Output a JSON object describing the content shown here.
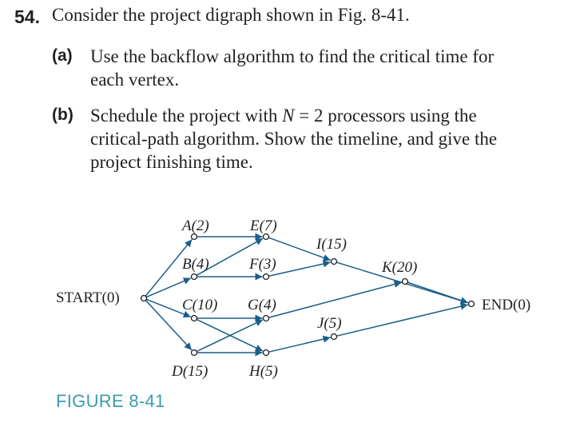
{
  "problem": {
    "number": "54.",
    "text": "Consider the project digraph shown in Fig. 8-41.",
    "part_a": {
      "label": "(a)",
      "line1": "Use the backflow algorithm to find the critical time for",
      "line2": "each vertex."
    },
    "part_b": {
      "label": "(b)",
      "line1_pre": "Schedule the project with ",
      "line1_var": "N",
      "line1_post": " = 2 processors using the",
      "line2": "critical-path algorithm. Show the timeline, and give the",
      "line3": "project finishing time."
    }
  },
  "diagram": {
    "labels": {
      "start": "START(0)",
      "end": "END(0)",
      "A": "A(2)",
      "B": "B(4)",
      "C": "C(10)",
      "D": "D(15)",
      "E": "E(7)",
      "F": "F(3)",
      "G": "G(4)",
      "H": "H(5)",
      "I": "I(15)",
      "J": "J(5)",
      "K": "K(20)"
    }
  },
  "figure_caption": "FIGURE 8-41",
  "colors": {
    "text": "#231f20",
    "arrow": "#1a5e8a",
    "caption": "#3a9da8"
  }
}
